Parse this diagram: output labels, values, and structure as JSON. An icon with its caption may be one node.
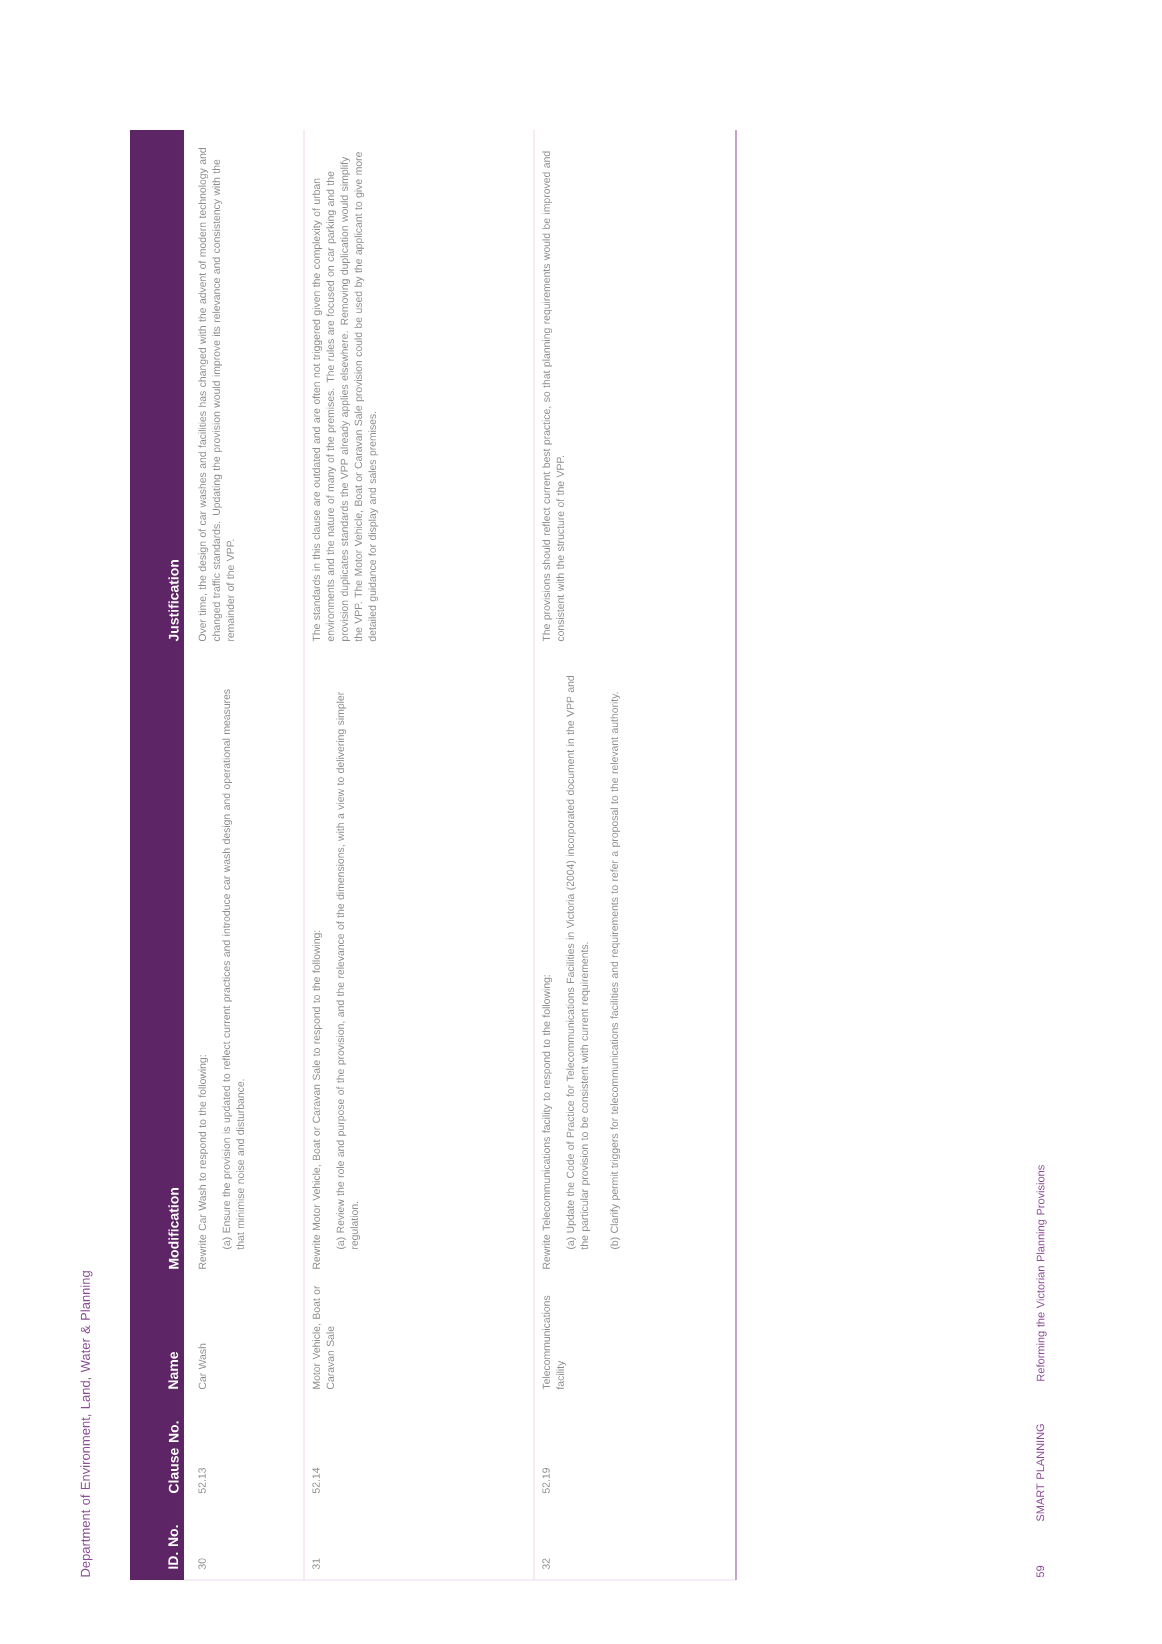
{
  "diagram": {
    "labels": [
      "Department of Environment, Land, Water & Planning",
      "ID. No.",
      "Clause No.",
      "Name",
      "Modification",
      "Justification",
      "30",
      "52.13",
      "Car Wash",
      "Rewrite Car Wash to respond to the following:",
      "(a) Ensure the provision is updated to reflect current practices and introduce car wash design and operational measures that minimise noise and disturbance.",
      "Over time, the design of car washes and facilities has changed with the advent of modern technology and changed traffic standards. Updating the provision would improve its relevance and consistency with the remainder of the VPP.",
      "31",
      "52.14",
      "Motor Vehicle, Boat or Caravan Sale",
      "Rewrite Motor Vehicle, Boat or Caravan Sale to respond to the following:",
      "(a) Review the role and purpose of the provision, and the relevance of the dimensions, with a view to delivering simpler regulation.",
      "The standards in this clause are outdated and are often not triggered given the complexity of urban environments and the nature of many of the premises. The rules are focused on car parking and the provision duplicates standards the VPP already applies elsewhere. Removing duplication would simplify the VPP. The Motor Vehicle, Boat or Caravan Sale provision could be used by the applicant to give more detailed guidance for display and sales premises.",
      "32",
      "52.19",
      "Telecommunications facility",
      "Rewrite Telecommunications facility to respond to the following:",
      "(a) Update the Code of Practice for Telecommunications Facilities in Victoria (2004) incorporated document in the VPP and the particular provision to be consistent with current requirements.",
      "(b) Clarify permit triggers for telecommunications facilities and requirements to refer a proposal to the relevant authority.",
      "The provisions should reflect current best practice, so that planning requirements would be improved and consistent with the structure of the VPP.",
      "59",
      "SMART PLANNING",
      "Reforming the Victorian Planning Provisions"
    ]
  }
}
